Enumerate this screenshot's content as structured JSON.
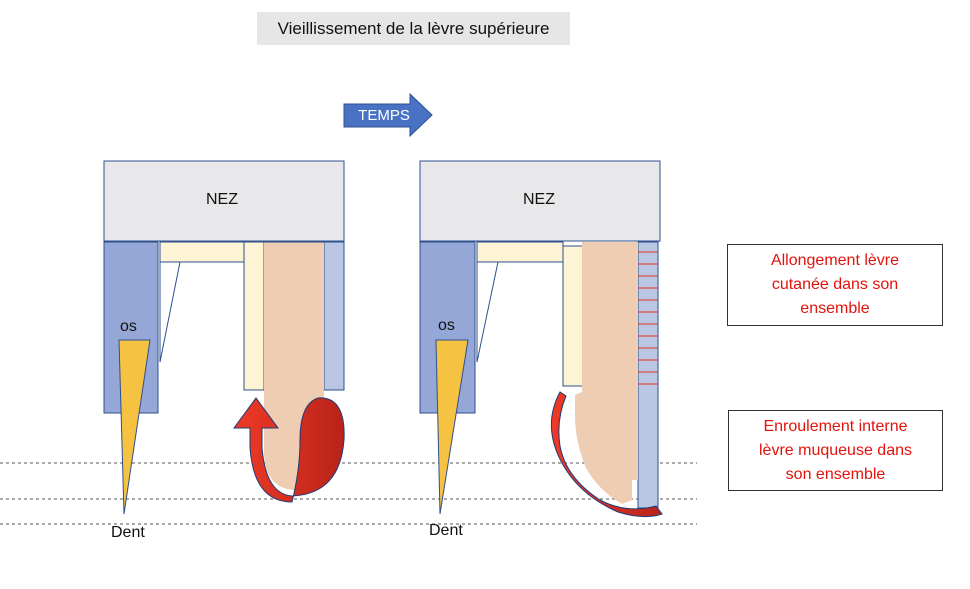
{
  "title": "Vieillissement de la lèvre supérieure",
  "time_arrow_label": "TEMPS",
  "nose_label": "NEZ",
  "bone_label": "os",
  "tooth_label": "Dent",
  "annotations": {
    "top": "Allongement lèvre\ncutanée dans son\nensemble",
    "bottom": "Enroulement interne\nlèvre muqueuse dans\nson ensemble"
  },
  "colors": {
    "title_bg": "#e6e6e6",
    "nose": "#e8e8ea",
    "bone": "#94a7d6",
    "tooth": "#f5c242",
    "skin_band": "#fdf3d5",
    "lip": "#efcdb2",
    "mucosa": "#b9c7e3",
    "arrow_blue": "#4a72c4",
    "arrow_red": "#e63323",
    "annotation_text": "#e3120b"
  }
}
